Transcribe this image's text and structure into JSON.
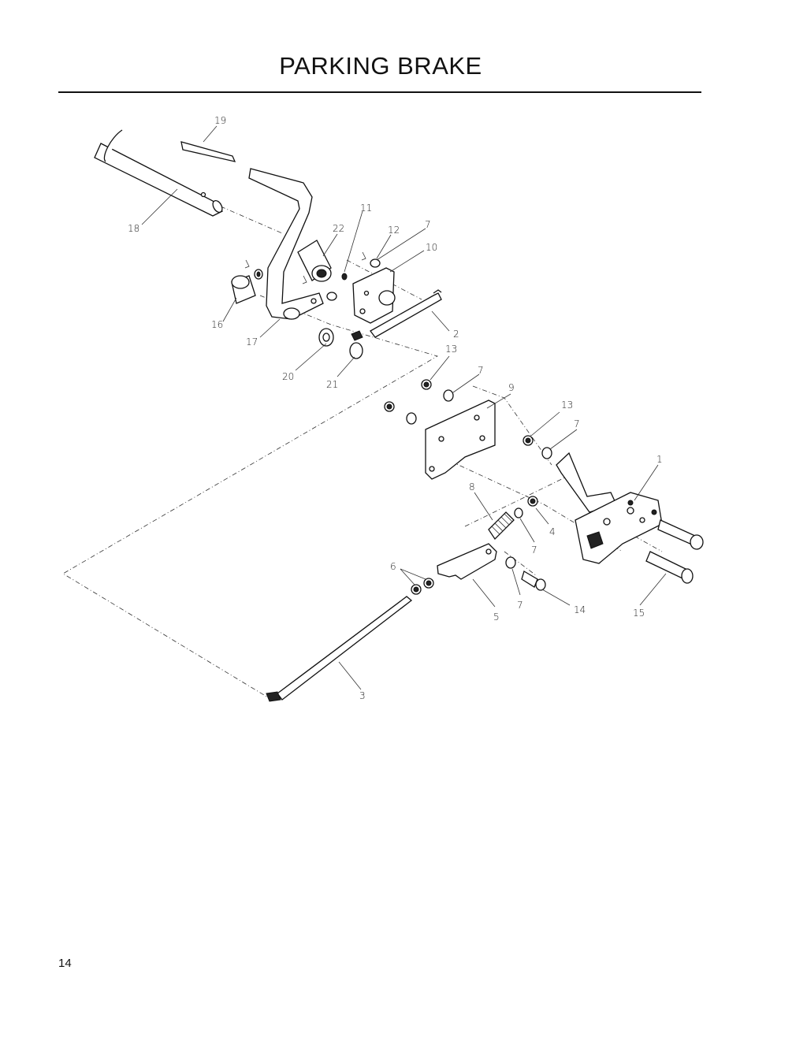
{
  "page": {
    "title": "PARKING BRAKE",
    "page_number": "14"
  },
  "callouts": {
    "c1": "1",
    "c2": "2",
    "c3": "3",
    "c4": "4",
    "c5": "5",
    "c6": "6",
    "c7a": "7",
    "c7b": "7",
    "c7c": "7",
    "c7d": "7",
    "c7e": "7",
    "c8": "8",
    "c9": "9",
    "c10": "10",
    "c11": "11",
    "c12": "12",
    "c13a": "13",
    "c13b": "13",
    "c14": "14",
    "c15": "15",
    "c16": "16",
    "c17": "17",
    "c18": "18",
    "c19": "19",
    "c20": "20",
    "c21": "21",
    "c22": "22"
  }
}
